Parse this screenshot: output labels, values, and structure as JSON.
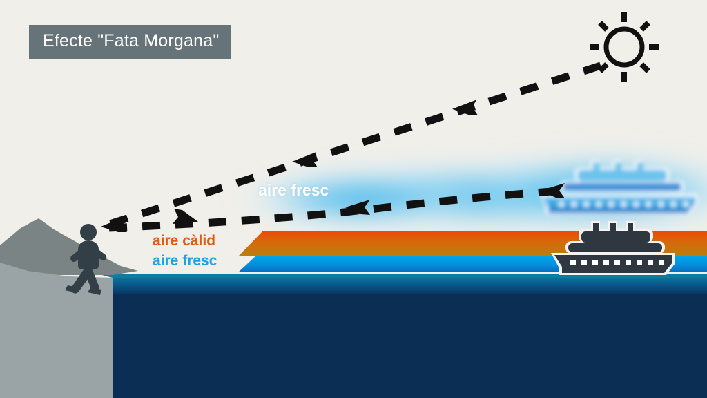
{
  "title": {
    "text": "Efecte \"Fata Morgana\"",
    "chip_color": "#667479",
    "text_color": "#ffffff"
  },
  "labels": {
    "cool_air_top": "aire fresc",
    "warm_air": "aire càlid",
    "cool_air_bottom": "aire fresc"
  },
  "icons": {
    "sun": "sun-icon",
    "observer": "walking-person-icon",
    "real_ship": "cruise-ship-icon",
    "mirage_ship": "mirage-cruise-ship-icon",
    "light_ray_upper": "dashed-arrow-ray-icon",
    "light_ray_lower": "dashed-arrow-ray-icon"
  },
  "colors": {
    "background": "#f0efea",
    "warm_air_top": "#e8490a",
    "warm_air_bottom": "#bb7a0d",
    "cool_air_top": "#00a4e8",
    "cool_air_bottom": "#0a6fc2",
    "sea_top": "#0b7d9e",
    "sea_deep": "#0a2e54",
    "cliff_back": "#7b8485",
    "cliff_front": "#9aa3a5",
    "figure": "#333f47",
    "ship_hull": "#2f3840",
    "ray": "#111111",
    "mirage_glow": "#67c6ef"
  },
  "diagram": {
    "type": "refraction-mirage-schematic",
    "layers": [
      {
        "name": "aire fresc",
        "position": "above",
        "role": "cool-air-upper"
      },
      {
        "name": "aire càlid",
        "position": "middle",
        "role": "warm-air-inversion"
      },
      {
        "name": "aire fresc",
        "position": "below",
        "role": "cool-air-lower"
      }
    ],
    "rays": [
      {
        "from": "sun",
        "to": "observer",
        "arrows": 2,
        "direction": "left"
      },
      {
        "from": "observer",
        "to": "mirage-ship",
        "arrows": 2,
        "direction": "right"
      }
    ]
  }
}
